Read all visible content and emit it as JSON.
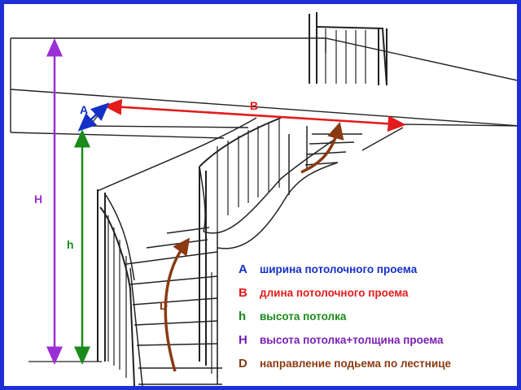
{
  "labels": {
    "A": "A",
    "B": "B",
    "h": "h",
    "H": "H",
    "D": "D"
  },
  "legend": [
    {
      "key": "A",
      "text": "ширина потолочного проема",
      "color": "#1530c8"
    },
    {
      "key": "B",
      "text": "длина потолочного проема",
      "color": "#e41b1b"
    },
    {
      "key": "h",
      "text": "высота потолка",
      "color": "#1a8a1a"
    },
    {
      "key": "H",
      "text": "высота потолка+толщина проема",
      "color": "#7a1fb5"
    },
    {
      "key": "D",
      "text": "направление подьема по лестнице",
      "color": "#8a3a12"
    }
  ],
  "colors": {
    "frame": "#1f2fd6",
    "A": "#1530c8",
    "B": "#e41b1b",
    "h": "#1a8a1a",
    "H": "#9b2fd6",
    "D": "#8a3a12",
    "line": "#222222"
  }
}
